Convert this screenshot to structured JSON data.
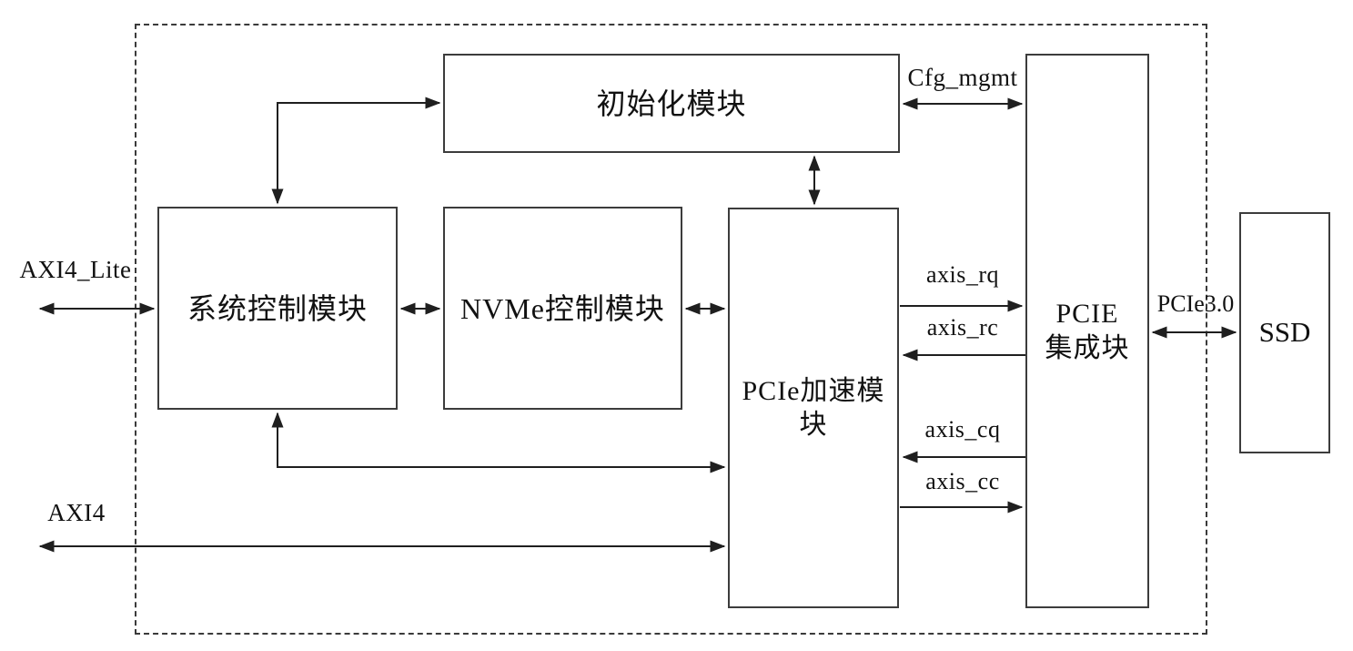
{
  "diagram": {
    "type": "block-diagram",
    "blocks": {
      "init": {
        "label": "初始化模块"
      },
      "sys": {
        "label": "系统控制模块"
      },
      "nvme": {
        "label": "NVMe控制模块"
      },
      "accel": {
        "label": "PCIe加速模块"
      },
      "pcie": {
        "label_line1": "PCIE",
        "label_line2": "集成块"
      },
      "ssd": {
        "label": "SSD"
      }
    },
    "signals": {
      "axi4_lite": "AXI4_Lite",
      "axi4": "AXI4",
      "cfg_mgmt": "Cfg_mgmt",
      "axis_rq": "axis_rq",
      "axis_rc": "axis_rc",
      "axis_cq": "axis_cq",
      "axis_cc": "axis_cc",
      "pcie3": "PCIe3.0"
    },
    "connections": [
      {
        "from": "external-left",
        "to": "系统控制模块",
        "label": "AXI4_Lite",
        "direction": "bidirectional"
      },
      {
        "from": "系统控制模块",
        "to": "初始化模块",
        "label": "",
        "direction": "bidirectional"
      },
      {
        "from": "系统控制模块",
        "to": "NVMe控制模块",
        "label": "",
        "direction": "bidirectional"
      },
      {
        "from": "NVMe控制模块",
        "to": "PCIe加速模块",
        "label": "",
        "direction": "bidirectional"
      },
      {
        "from": "初始化模块",
        "to": "PCIe加速模块",
        "label": "",
        "direction": "bidirectional"
      },
      {
        "from": "初始化模块",
        "to": "PCIE集成块",
        "label": "Cfg_mgmt",
        "direction": "bidirectional"
      },
      {
        "from": "PCIe加速模块",
        "to": "PCIE集成块",
        "label": "axis_rq",
        "direction": "unidirectional"
      },
      {
        "from": "PCIE集成块",
        "to": "PCIe加速模块",
        "label": "axis_rc",
        "direction": "unidirectional"
      },
      {
        "from": "PCIE集成块",
        "to": "PCIe加速模块",
        "label": "axis_cq",
        "direction": "unidirectional"
      },
      {
        "from": "PCIe加速模块",
        "to": "PCIE集成块",
        "label": "axis_cc",
        "direction": "unidirectional"
      },
      {
        "from": "系统控制模块",
        "to": "PCIe加速模块",
        "label": "",
        "direction": "bidirectional"
      },
      {
        "from": "external-left",
        "to": "PCIe加速模块",
        "label": "AXI4",
        "direction": "bidirectional"
      },
      {
        "from": "PCIE集成块",
        "to": "SSD",
        "label": "PCIe3.0",
        "direction": "bidirectional"
      }
    ],
    "colors": {
      "line": "#1f1f1f",
      "box_border": "#3c3c3c",
      "background": "#ffffff"
    }
  }
}
